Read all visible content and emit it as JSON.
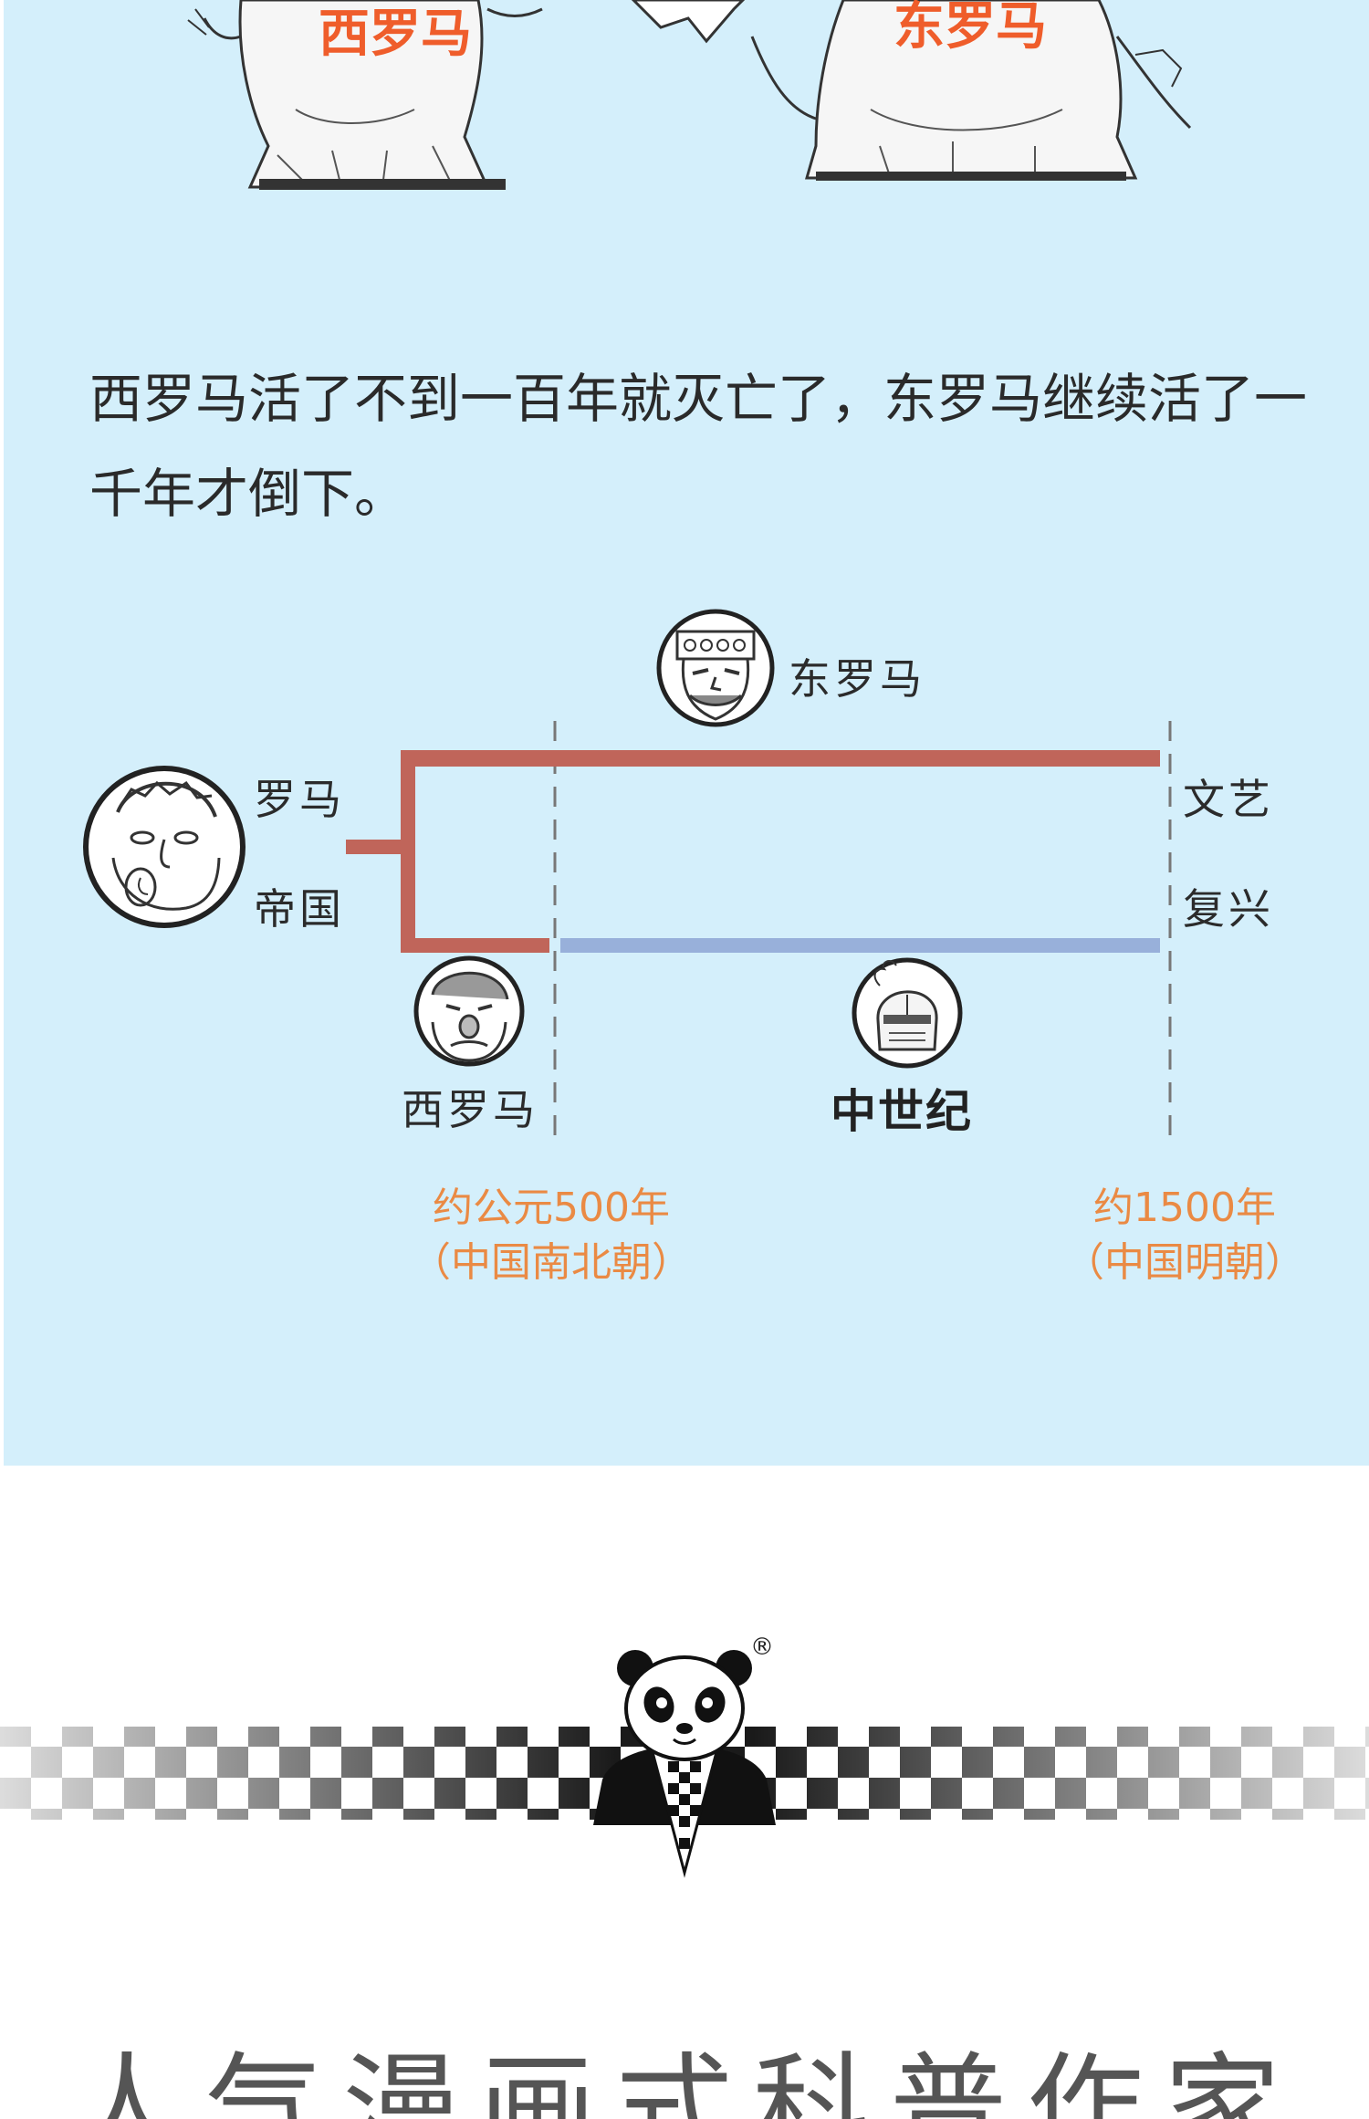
{
  "cartoon": {
    "west_label": "西罗马",
    "east_label": "东罗马"
  },
  "narration": {
    "text": "西罗马活了不到一百年就灭亡了，东罗马继续活了一千年才倒下。"
  },
  "timeline": {
    "root_label_line1": "罗马",
    "root_label_line2": "帝国",
    "east_label": "东罗马",
    "west_label": "西罗马",
    "middle_ages_label": "中世纪",
    "end_label_line1": "文艺",
    "end_label_line2": "复兴",
    "date_start_line1": "约公元500年",
    "date_start_line2": "（中国南北朝）",
    "date_end_line1": "约1500年",
    "date_end_line2": "（中国明朝）",
    "colors": {
      "east_branch": "#c0655a",
      "west_branch": "#c0655a",
      "middle_ages": "#98b0da",
      "date_text": "#ea8a44",
      "dashed_line": "#777777"
    },
    "icons": [
      "roman-face-icon",
      "byzantine-emperor-icon",
      "western-roman-face-icon",
      "knight-helmet-icon"
    ]
  },
  "brand": {
    "logo_icon": "panda-logo-icon",
    "registered_mark": "®",
    "slogan": "人气漫画式科普作家"
  },
  "colors": {
    "panel_background": "#d4effb",
    "accent_orange": "#ef5d2b"
  }
}
